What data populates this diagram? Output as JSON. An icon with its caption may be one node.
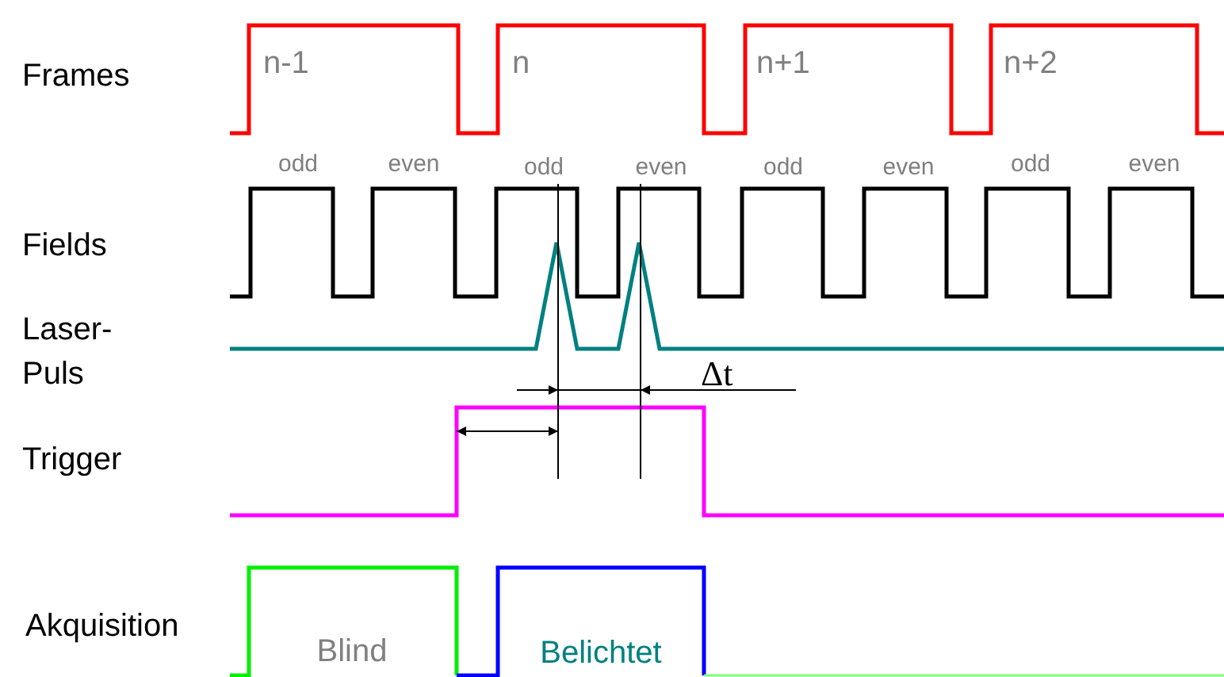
{
  "diagram": {
    "labels": [
      "Frames",
      "n-1",
      "n",
      "n+1",
      "n+2",
      "odd",
      "even",
      "odd",
      "even",
      "odd",
      "even",
      "odd",
      "even",
      "Fields",
      "Laser-Puls",
      "Δt",
      "Trigger",
      "Akquisition",
      "Blind",
      "Belichtet"
    ]
  }
}
